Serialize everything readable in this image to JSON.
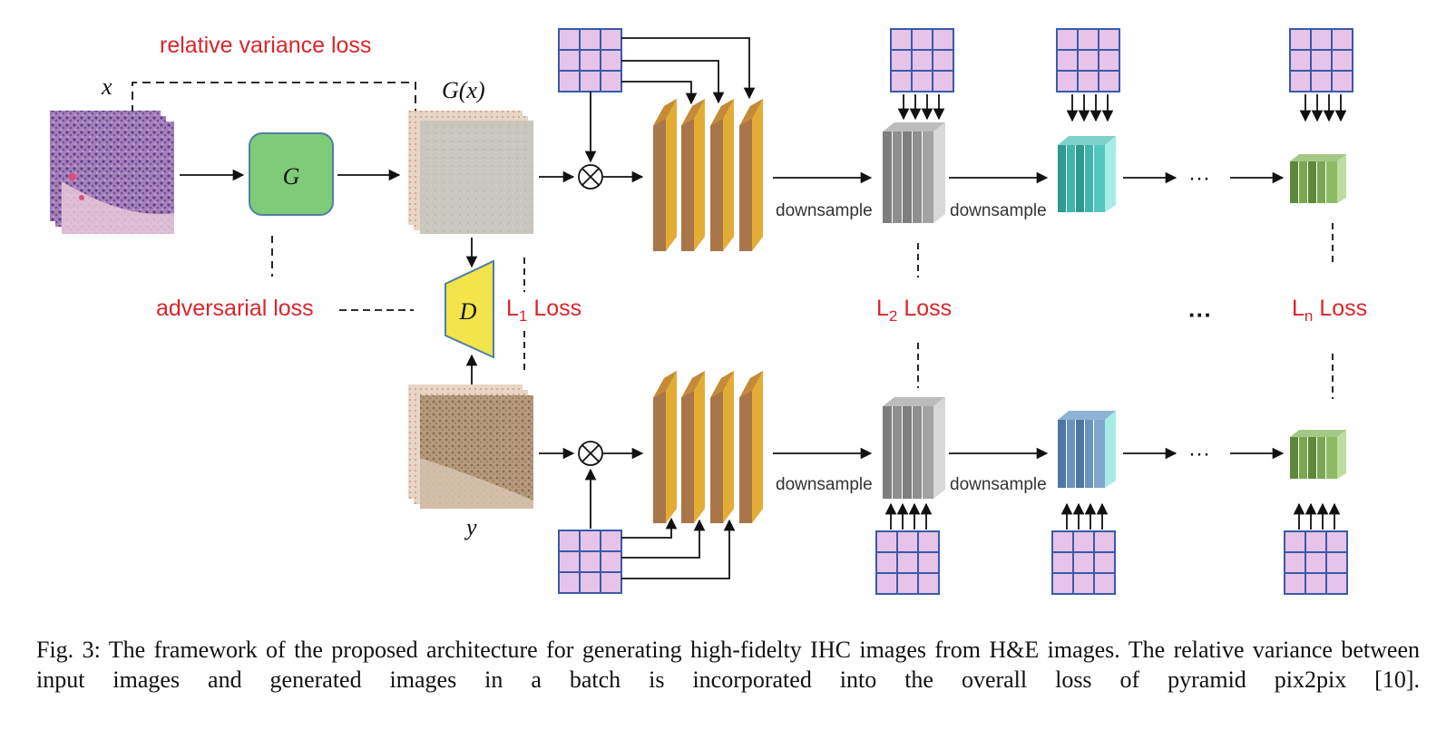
{
  "labels": {
    "relative_variance_loss": "relative variance loss",
    "adversarial_loss": "adversarial loss",
    "x": "x",
    "gx": "G(x)",
    "y": "y",
    "generator": "G",
    "discriminator": "D",
    "downsample": "downsample",
    "ellipsis": "···",
    "l1_main": "L",
    "l1_sub": "1",
    "l2_main": "L",
    "l2_sub": "2",
    "ln_main": "L",
    "ln_sub": "n",
    "loss_word": " Loss"
  },
  "caption": "Fig. 3: The framework of the proposed architecture for generating high-fidelty IHC images from H&E images. The relative variance between input images and generated images in a batch is incorporated into the overall loss of pyramid pix2pix [10].",
  "colors": {
    "loss_text": "#d9262b",
    "generator_fill": "#7fcc78",
    "discriminator_fill": "#f2e44a",
    "feature_orange": "#e3ad35",
    "feature_brown": "#a9764a",
    "grid_fill": "#e6c3e9",
    "grid_line": "#3a5aa8",
    "level1_gray": "#8e8e8e",
    "level2_teal": "#3fb6ac",
    "level2_blue": "#6b93bf",
    "leveln_green": "#7aa852"
  }
}
